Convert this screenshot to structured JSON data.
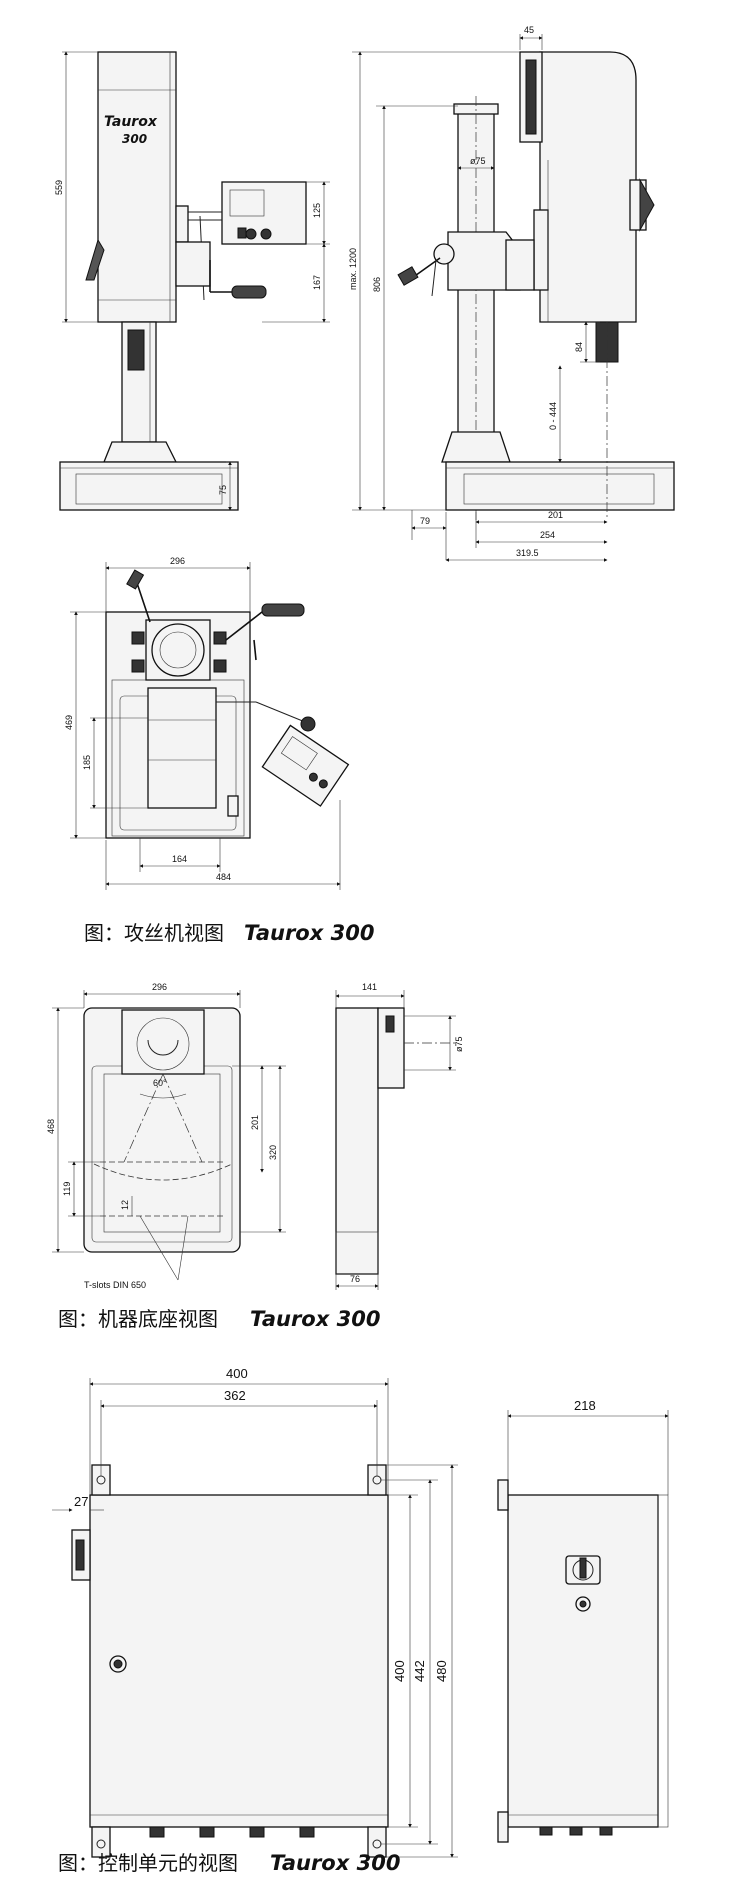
{
  "figure1": {
    "caption": {
      "prefix": "图：攻丝机视图",
      "brand": "Taurox 300"
    },
    "logo": {
      "name": "Taurox",
      "model": "300"
    },
    "front_dims": {
      "height_559": "559",
      "d125": "125",
      "d167": "167",
      "d75": "75"
    },
    "side_dims": {
      "d45": "45",
      "max1200": "max. 1200",
      "d806": "806",
      "phi75": "ø75",
      "d84": "84",
      "range": "0 - 444",
      "d79": "79",
      "d201": "201",
      "d254": "254",
      "d319": "319.5"
    },
    "top_dims": {
      "d296": "296",
      "d469": "469",
      "d185": "185",
      "d164": "164",
      "d484": "484"
    }
  },
  "figure2": {
    "caption": {
      "prefix": "图：机器底座视图 ",
      "brand": "Taurox 300"
    },
    "dims": {
      "d296": "296",
      "d468": "468",
      "d320": "320",
      "d201": "201",
      "d119": "119",
      "d12": "12",
      "angle": "60°",
      "tslots": "T-slots DIN 650",
      "d141": "141",
      "phi75": "ø75",
      "d76": "76"
    }
  },
  "figure3": {
    "caption": {
      "prefix": "图：控制单元的视图 ",
      "brand": "Taurox 300"
    },
    "dims": {
      "d400w": "400",
      "d362": "362",
      "d27": "27",
      "d400h": "400",
      "d442": "442",
      "d480": "480",
      "d218": "218"
    }
  }
}
